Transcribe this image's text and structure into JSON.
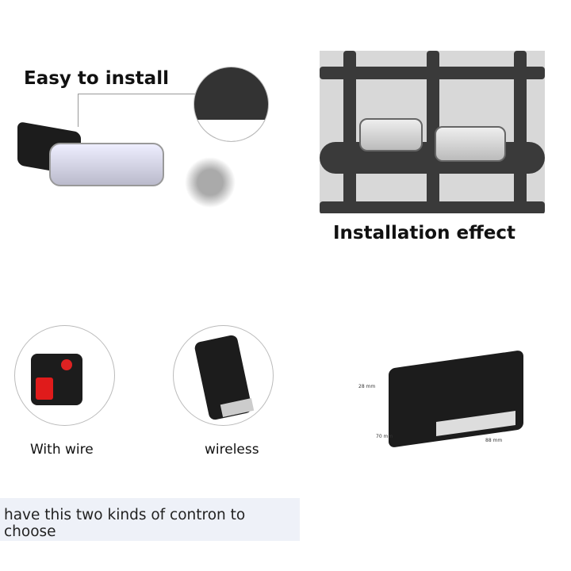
{
  "panels": {
    "easy_install": {
      "title": "Easy to install"
    },
    "installation": {
      "title": "Installation effect"
    },
    "wired": {
      "label": "With wire"
    },
    "wireless": {
      "label": "wireless"
    },
    "controller": {
      "dims": {
        "height": "28 mm",
        "depth": "70 mm",
        "width": "88 mm"
      }
    }
  },
  "banner": {
    "text": "have this two kinds of contron to choose"
  }
}
